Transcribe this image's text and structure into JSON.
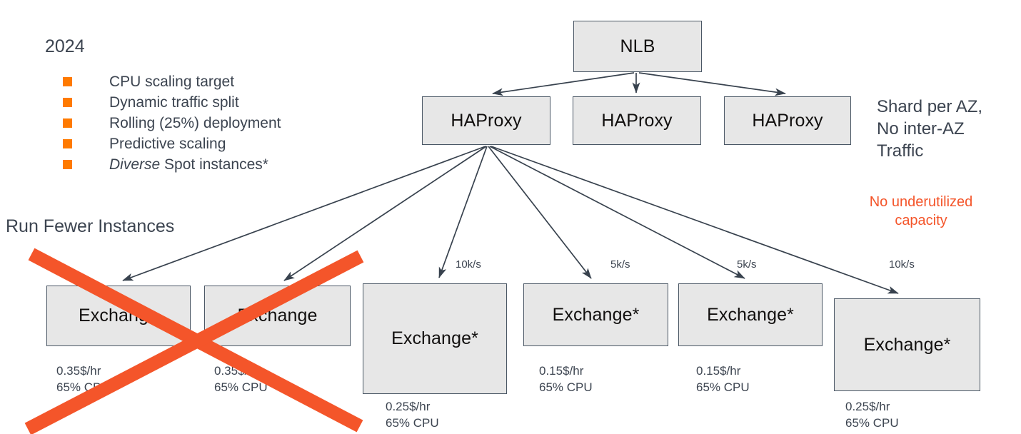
{
  "slide": {
    "year": "2024",
    "section_label": "Run Fewer Instances",
    "shard_note": [
      "Shard per AZ,",
      "No inter-AZ",
      "Traffic"
    ],
    "capacity_note": [
      "No underutilized",
      "capacity"
    ],
    "bullets": [
      {
        "text": "CPU scaling target",
        "italic_prefix": ""
      },
      {
        "text": "Dynamic traffic split",
        "italic_prefix": ""
      },
      {
        "text": "Rolling (25%) deployment",
        "italic_prefix": ""
      },
      {
        "text": "Predictive scaling",
        "italic_prefix": ""
      },
      {
        "text": "Spot instances*",
        "italic_prefix": "Diverse"
      }
    ]
  },
  "diagram": {
    "load_balancer": {
      "label": "NLB"
    },
    "proxies": [
      {
        "label": "HAProxy"
      },
      {
        "label": "HAProxy"
      },
      {
        "label": "HAProxy"
      }
    ],
    "exchanges": [
      {
        "label": "Exchange",
        "cost": "0.35$/hr",
        "cpu": "65% CPU",
        "rate": "",
        "crossed_out": true
      },
      {
        "label": "Exchange",
        "cost": "0.35$/hr",
        "cpu": "65% CPU",
        "rate": "",
        "crossed_out": true
      },
      {
        "label": "Exchange*",
        "cost": "0.25$/hr",
        "cpu": "65% CPU",
        "rate": "10k/s",
        "crossed_out": false
      },
      {
        "label": "Exchange*",
        "cost": "0.15$/hr",
        "cpu": "65% CPU",
        "rate": "5k/s",
        "crossed_out": false
      },
      {
        "label": "Exchange*",
        "cost": "0.15$/hr",
        "cpu": "65% CPU",
        "rate": "5k/s",
        "crossed_out": false
      },
      {
        "label": "Exchange*",
        "cost": "0.25$/hr",
        "cpu": "65% CPU",
        "rate": "10k/s",
        "crossed_out": false
      }
    ]
  },
  "colors": {
    "bullet_orange": "#ff7a00",
    "crossout_orange": "#f4552a",
    "note_orange": "#f4552a",
    "node_fill": "#e7e7e7",
    "node_border": "#4a5765",
    "text_dark": "#3c4450",
    "arrow": "#38424e"
  }
}
